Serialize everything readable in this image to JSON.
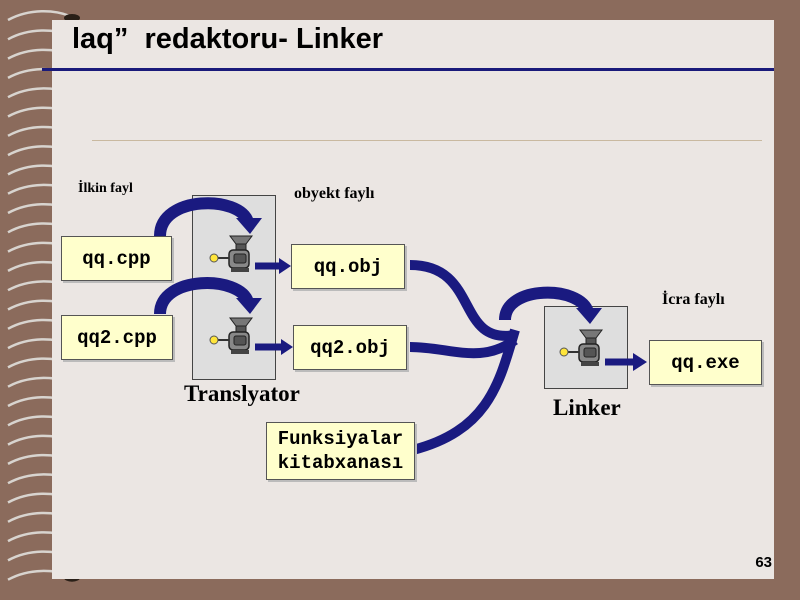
{
  "slide": {
    "title": "laq”  redaktoru- Linker",
    "number": "63"
  },
  "labels": {
    "source_file": "İlkin fayl",
    "object_file": "obyekt faylı",
    "exec_file": "İcra faylı",
    "translator": "Translyator",
    "linker": "Linker"
  },
  "files": {
    "src1": "qq.cpp",
    "src2": "qq2.cpp",
    "obj1": "qq.obj",
    "obj2": "qq2.obj",
    "exe": "qq.exe",
    "lib_line1": "Funksiyalar",
    "lib_line2": "kitabxanası"
  },
  "colors": {
    "arrow": "#1a1a80",
    "file_box": "#ffffcc",
    "background": "#8b6b5c",
    "page": "#ebe6e3"
  },
  "icons": [
    "spiral-binding-icon",
    "machine-icon",
    "arrow-icon"
  ]
}
